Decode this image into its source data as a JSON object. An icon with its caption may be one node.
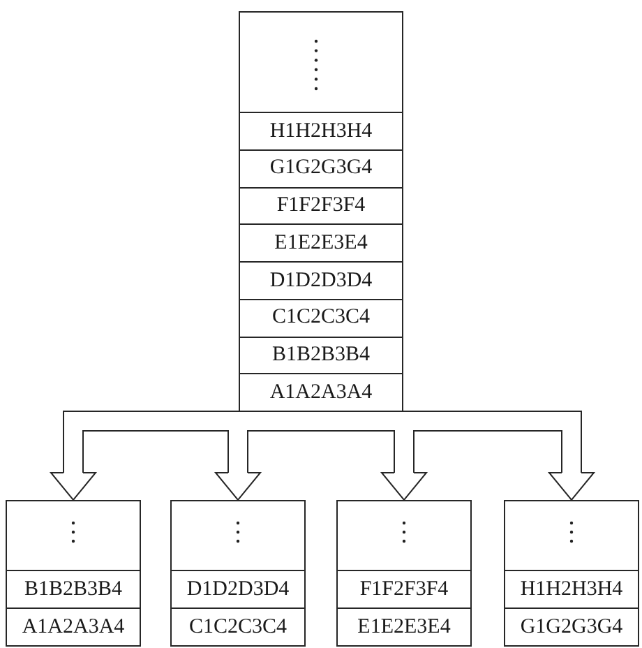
{
  "diagram": {
    "nodes": [
      {
        "text": [],
        "shape": "box"
      },
      {
        "text": [
          "H1H2H3H4"
        ],
        "in": 0
      },
      {
        "text": [
          "G1G2G3G4"
        ],
        "in": 0
      },
      {
        "text": [
          "F1F2F3F4"
        ],
        "in": 0
      },
      {
        "text": [
          "E1E2E3E4"
        ],
        "in": 0
      },
      {
        "text": [
          "D1D2D3D4"
        ],
        "in": 0
      },
      {
        "text": [
          "C1C2C3C4"
        ],
        "in": 0
      },
      {
        "text": [
          "B1B2B3B4"
        ],
        "in": 0
      },
      {
        "text": [
          "A1A2A3A4"
        ],
        "in": 0
      },
      {
        "text": [],
        "shape": "box"
      },
      {
        "text": [
          "B1B2B3B4"
        ],
        "in": 9
      },
      {
        "text": [
          "A1A2A3A4"
        ],
        "in": 9
      },
      {
        "text": [],
        "shape": "box"
      },
      {
        "text": [
          "D1D2D3D4"
        ],
        "in": 12
      },
      {
        "text": [
          "C1C2C3C4"
        ],
        "in": 12
      },
      {
        "text": [],
        "shape": "box"
      },
      {
        "text": [
          "F1F2F3F4"
        ],
        "in": 15
      },
      {
        "text": [
          "E1E2E3E4"
        ],
        "in": 15
      },
      {
        "text": [],
        "shape": "box"
      },
      {
        "text": [
          "H1H2H3H4"
        ],
        "in": 18
      },
      {
        "text": [
          "G1G2G3G4"
        ],
        "in": 18
      }
    ],
    "edges": [
      {
        "from": 0,
        "to": 9,
        "arrow": "to"
      },
      {
        "from": 0,
        "to": 12,
        "arrow": "to"
      },
      {
        "from": 0,
        "to": 15,
        "arrow": "to"
      },
      {
        "from": 0,
        "to": 18,
        "arrow": "to"
      }
    ]
  }
}
